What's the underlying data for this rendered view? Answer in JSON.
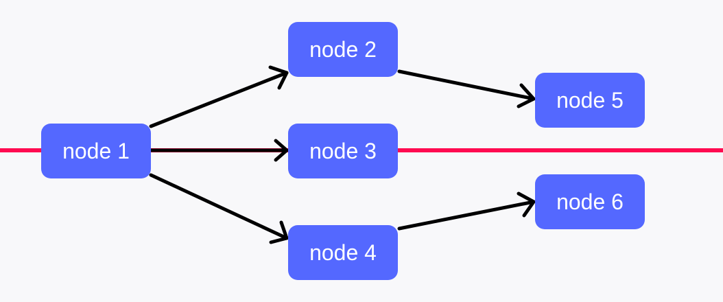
{
  "diagram": {
    "nodes": [
      {
        "id": "n1",
        "label": "node 1"
      },
      {
        "id": "n2",
        "label": "node 2"
      },
      {
        "id": "n3",
        "label": "node 3"
      },
      {
        "id": "n4",
        "label": "node 4"
      },
      {
        "id": "n5",
        "label": "node 5"
      },
      {
        "id": "n6",
        "label": "node 6"
      }
    ],
    "edges": [
      {
        "from": "n1",
        "to": "n2"
      },
      {
        "from": "n1",
        "to": "n3"
      },
      {
        "from": "n1",
        "to": "n4"
      },
      {
        "from": "n2",
        "to": "n5"
      },
      {
        "from": "n4",
        "to": "n6"
      }
    ],
    "colors": {
      "background": "#f8f8fa",
      "node_fill": "#5468ff",
      "node_text": "#ffffff",
      "edge": "#000000",
      "highlight_line": "#ff0a50"
    }
  }
}
